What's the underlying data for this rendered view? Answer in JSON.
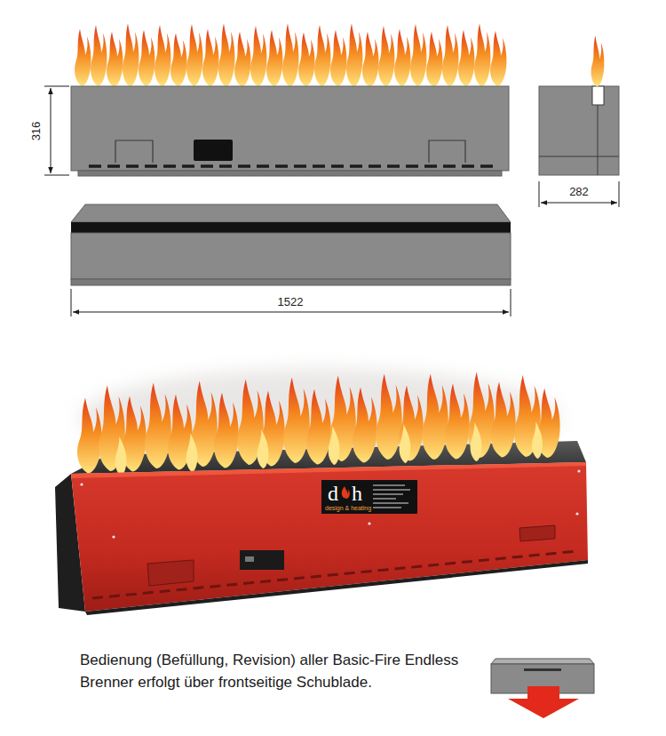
{
  "diagram": {
    "caption": "Bedienung (Befüllung, Revision) aller Basic-Fire Endless Brenner erfolgt über frontseitige Schublade.",
    "labels": [
      "316",
      "282",
      "1522",
      "d",
      "h",
      "design & heating"
    ]
  }
}
